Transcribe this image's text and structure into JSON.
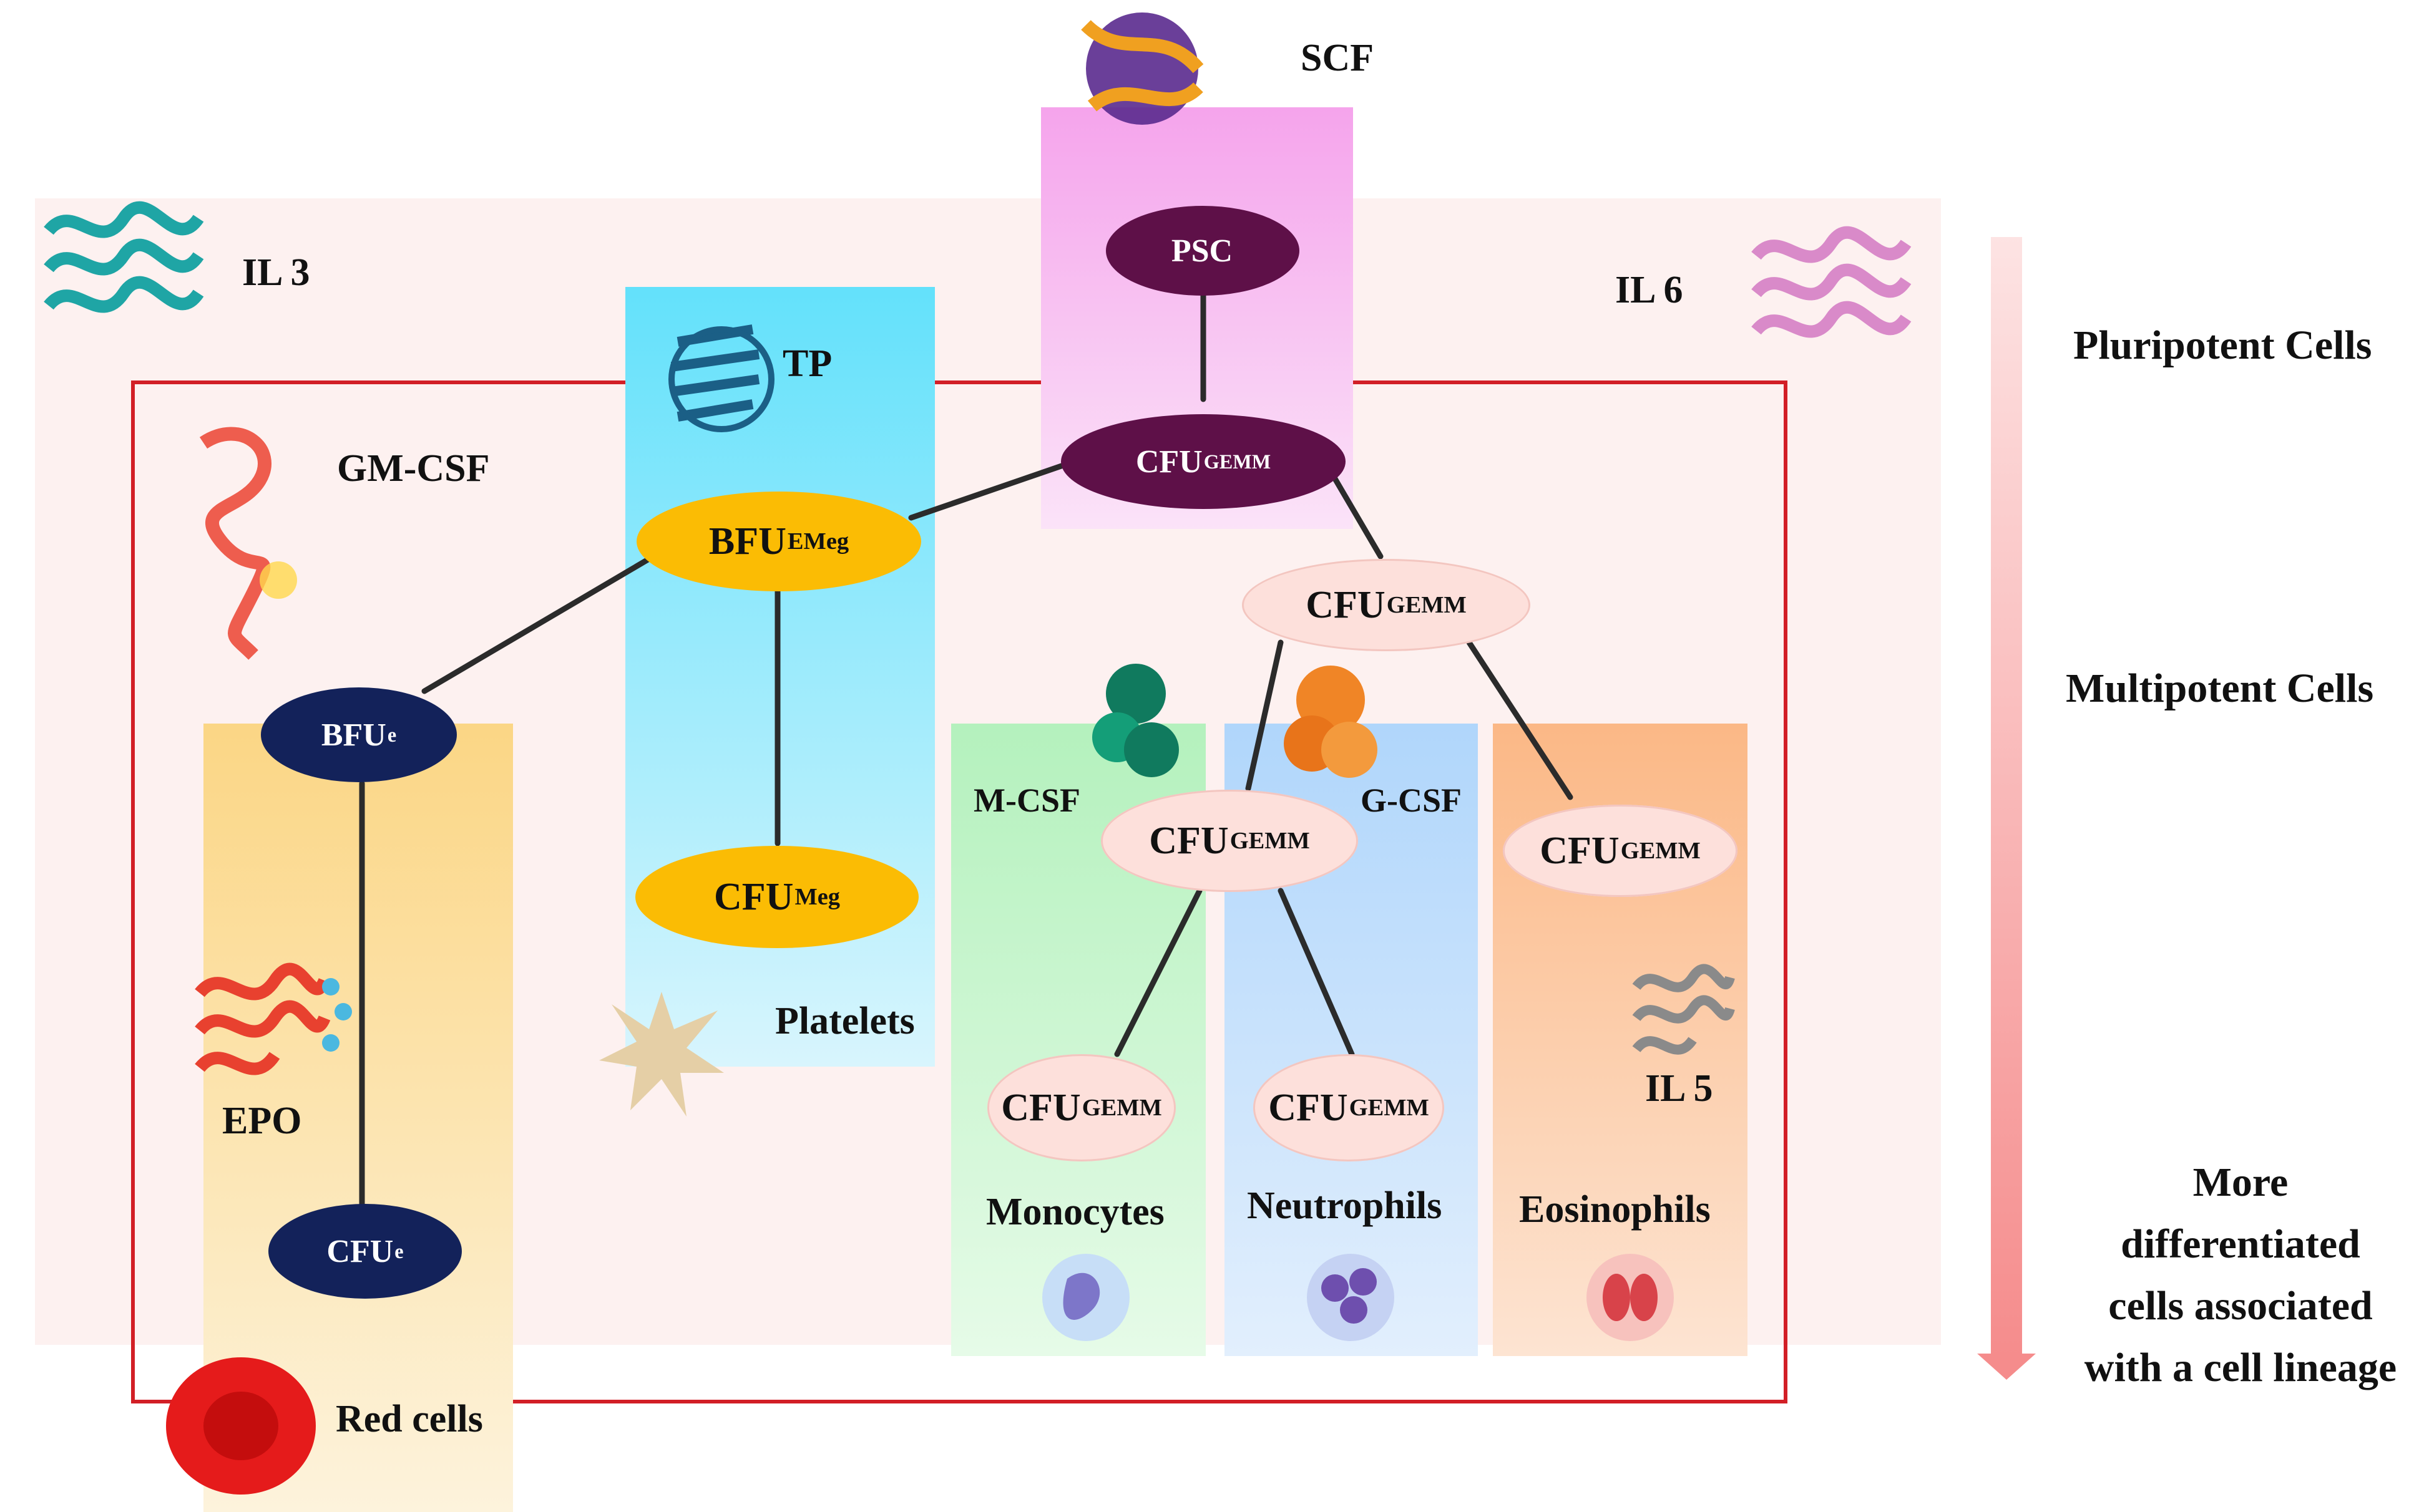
{
  "growth_factors": {
    "scf": "SCF",
    "il3": "IL 3",
    "il6": "IL 6",
    "tp": "TP",
    "gm_csf": "GM-CSF",
    "epo": "EPO",
    "m_csf": "M-CSF",
    "g_csf": "G-CSF",
    "il5": "IL 5"
  },
  "nodes": {
    "psc": {
      "text": "PSC",
      "sub": ""
    },
    "cfu_gemm_top": {
      "text": "CFU",
      "sub": "GEMM"
    },
    "bfu_emeg": {
      "text": "BFU",
      "sub": "EMeg"
    },
    "cfu_gemm_mid": {
      "text": "CFU",
      "sub": "GEMM"
    },
    "bfu_e": {
      "text": "BFU",
      "sub": "e"
    },
    "cfu_meg": {
      "text": "CFU",
      "sub": "Meg"
    },
    "cfu_gemm_gm": {
      "text": "CFU",
      "sub": "GEMM"
    },
    "cfu_gemm_eos": {
      "text": "CFU",
      "sub": "GEMM"
    },
    "cfu_gemm_mono": {
      "text": "CFU",
      "sub": "GEMM"
    },
    "cfu_gemm_neut": {
      "text": "CFU",
      "sub": "GEMM"
    },
    "cfu_e": {
      "text": "CFU",
      "sub": "e"
    }
  },
  "cell_types": {
    "platelets": "Platelets",
    "monocytes": "Monocytes",
    "neutrophils": "Neutrophils",
    "eosinophils": "Eosinophils",
    "red_cells": "Red cells"
  },
  "stages": {
    "pluripotent": "Pluripotent Cells",
    "multipotent": "Multipotent Cells",
    "differentiated_lines": [
      "More",
      "differentiated",
      "cells associated",
      "with a cell lineage"
    ]
  },
  "colors": {
    "outer_zone": "#fdf1f0",
    "scf_zone": "#f7a9ee",
    "tp_zone": "#6fe3fb",
    "epo_zone": "#fbd98a",
    "mono_zone": "#bff3c7",
    "neut_zone": "#b9dbfb",
    "eos_zone": "#fbbf92",
    "red_border": "#d21f26"
  }
}
